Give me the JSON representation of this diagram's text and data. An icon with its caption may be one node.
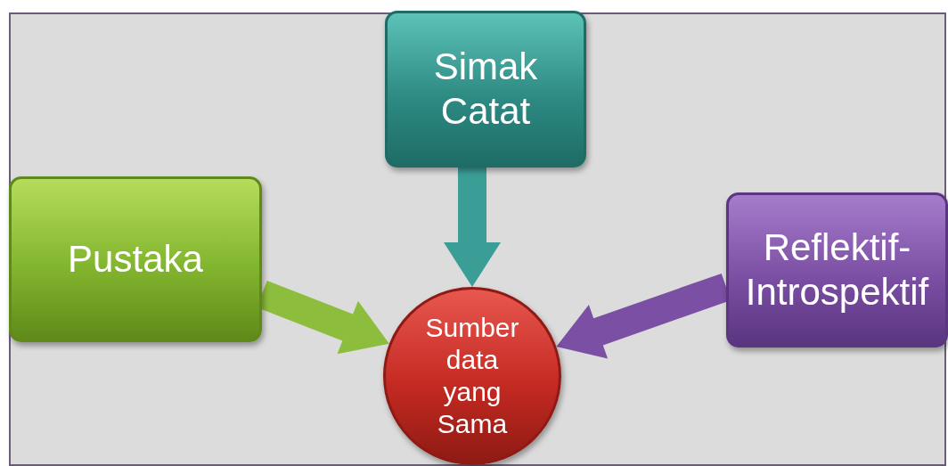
{
  "diagram": {
    "nodes": [
      {
        "text": [
          "Simak Catat"
        ]
      },
      {
        "text": [
          "Pustaka"
        ]
      },
      {
        "text": [
          "Reflektif-Introspektif"
        ]
      },
      {
        "text": [
          "Sumber data yang Sama"
        ]
      }
    ],
    "edges": [
      {
        "from": 0,
        "to": 3,
        "arrow": "to",
        "style": "thick",
        "color": "#3a9e96"
      },
      {
        "from": 1,
        "to": 3,
        "arrow": "to",
        "style": "thick",
        "color": "#8dbd3c"
      },
      {
        "from": 2,
        "to": 3,
        "arrow": "to",
        "style": "thick",
        "color": "#7b4fa3"
      }
    ]
  }
}
